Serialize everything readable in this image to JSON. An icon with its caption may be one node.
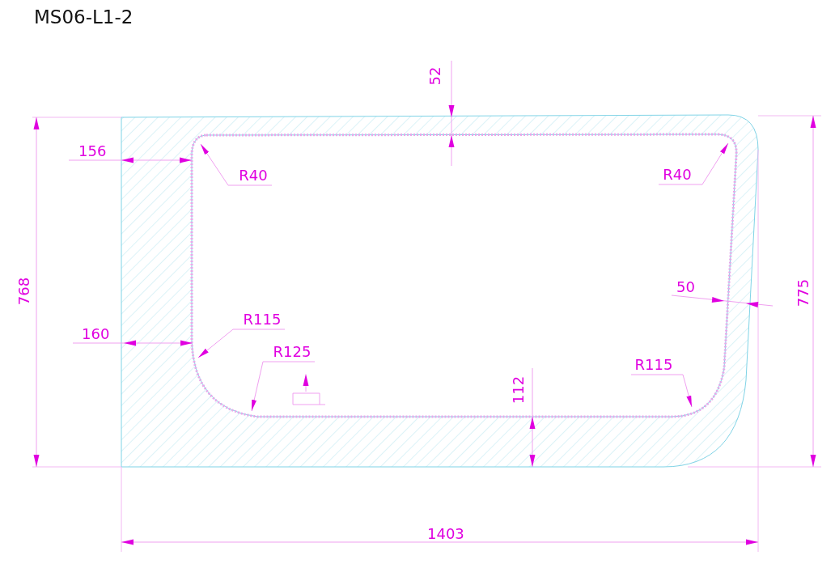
{
  "diagram": {
    "title": "MS06-L1-2",
    "nodes": [
      {
        "text": [
          "R40"
        ]
      },
      {
        "text": [
          "R40"
        ]
      },
      {
        "text": [
          "R115"
        ]
      },
      {
        "text": [
          "R125"
        ]
      },
      {
        "text": [
          "R115"
        ]
      }
    ],
    "edges": [
      {
        "from": 0,
        "to": null,
        "arrow": "to"
      },
      {
        "from": 1,
        "to": null,
        "arrow": "to"
      },
      {
        "from": 2,
        "to": null,
        "arrow": "to"
      },
      {
        "from": 3,
        "to": null,
        "arrow": "to"
      },
      {
        "from": 4,
        "to": null,
        "arrow": "to"
      }
    ],
    "labels": [
      "52",
      "156",
      "768",
      "50",
      "775",
      "160",
      "112",
      "1403"
    ]
  }
}
